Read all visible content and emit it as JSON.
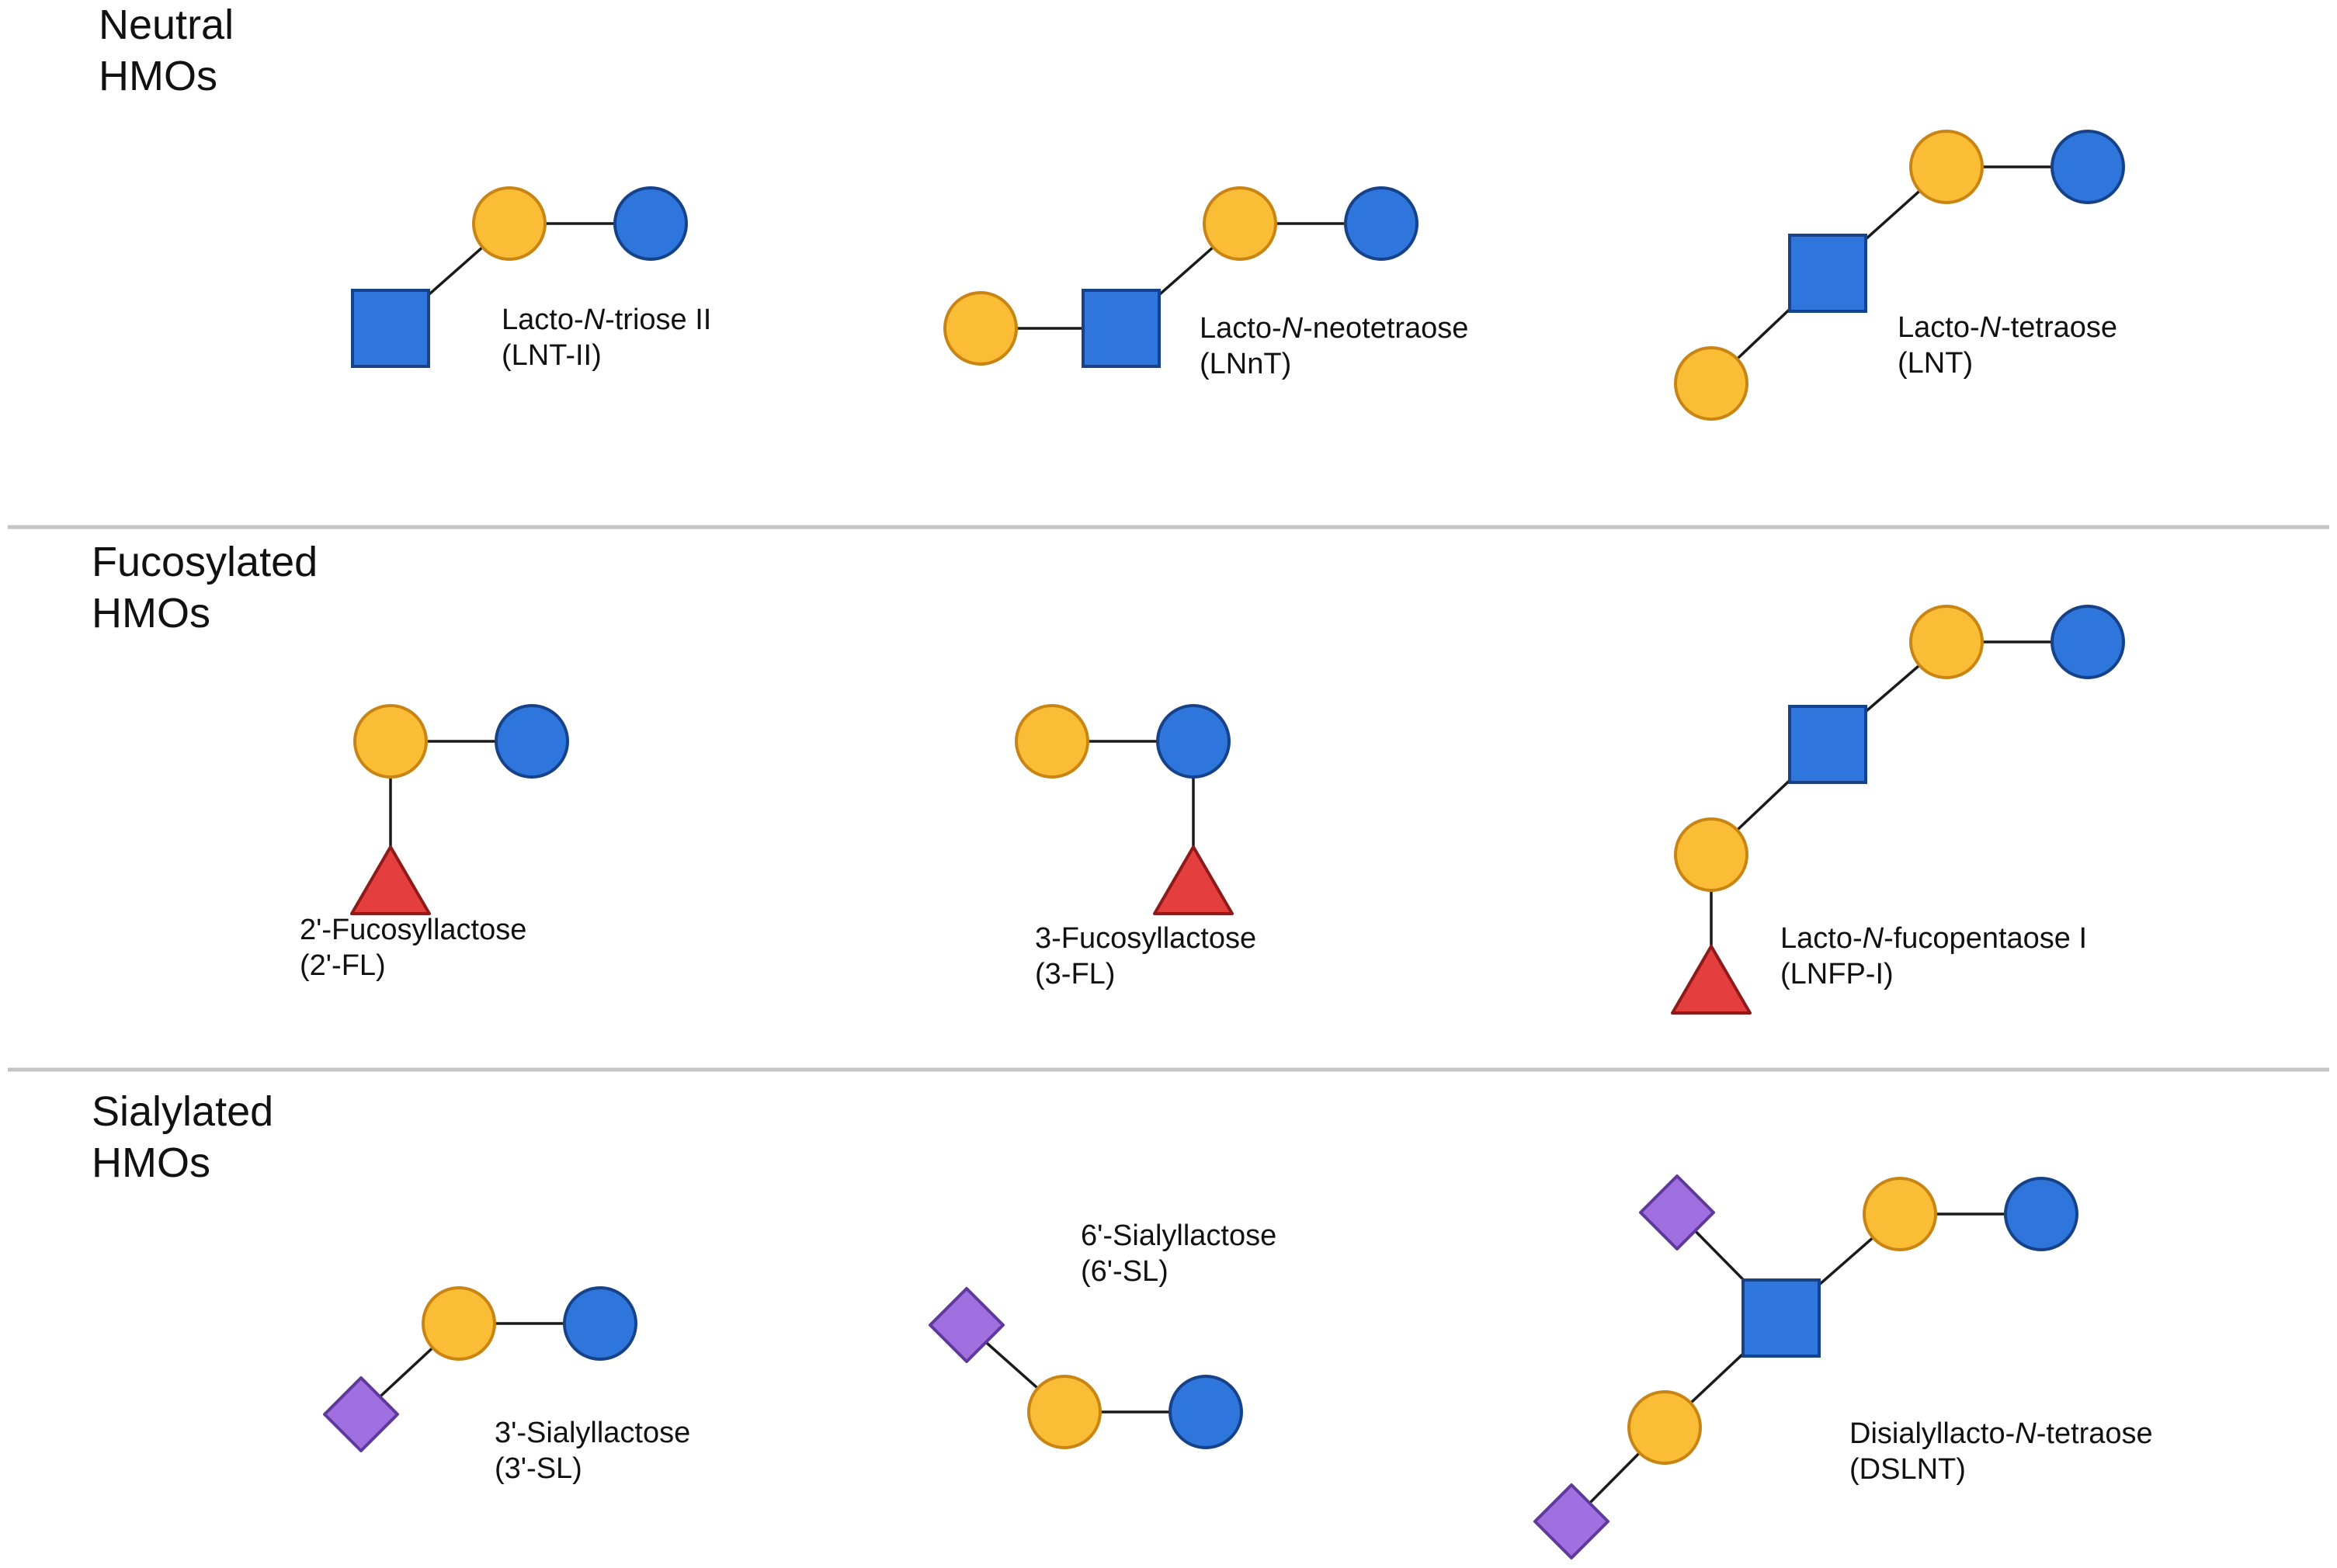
{
  "colors": {
    "galactose_fill": "#fbbd36",
    "galactose_stroke": "#c98513",
    "glucose_fill": "#2e76dc",
    "glucose_stroke": "#16428a",
    "glcnac_fill": "#2e76dc",
    "glcnac_stroke": "#16428a",
    "fucose_fill": "#e53e3e",
    "fucose_stroke": "#8e1a1a",
    "sialic_fill": "#a070e0",
    "sialic_stroke": "#5f3a9a",
    "bond": "#1a1a1a",
    "divider": "#c4c4c4"
  },
  "sections": [
    {
      "title_lines": [
        "Neutral",
        "HMOs"
      ],
      "molecules": [
        {
          "name_parts": [
            [
              "Lacto-",
              false
            ],
            [
              "N",
              true
            ],
            [
              "-triose II",
              false
            ]
          ],
          "abbr": "(LNT-II)"
        },
        {
          "name_parts": [
            [
              "Lacto-",
              false
            ],
            [
              "N",
              true
            ],
            [
              "-neotetraose",
              false
            ]
          ],
          "abbr": "(LNnT)"
        },
        {
          "name_parts": [
            [
              "Lacto-",
              false
            ],
            [
              "N",
              true
            ],
            [
              "-tetraose",
              false
            ]
          ],
          "abbr": "(LNT)"
        }
      ]
    },
    {
      "title_lines": [
        "Fucosylated",
        "HMOs"
      ],
      "molecules": [
        {
          "name_parts": [
            [
              "2'-Fucosyllactose",
              false
            ]
          ],
          "abbr": "(2'-FL)"
        },
        {
          "name_parts": [
            [
              "3-Fucosyllactose",
              false
            ]
          ],
          "abbr": "(3-FL)"
        },
        {
          "name_parts": [
            [
              "Lacto-",
              false
            ],
            [
              "N",
              true
            ],
            [
              "-fucopentaose I",
              false
            ]
          ],
          "abbr": "(LNFP-I)"
        }
      ]
    },
    {
      "title_lines": [
        "Sialylated",
        "HMOs"
      ],
      "molecules": [
        {
          "name_parts": [
            [
              "3'-Sialyllactose",
              false
            ]
          ],
          "abbr": "(3'-SL)"
        },
        {
          "name_parts": [
            [
              "6'-Sialyllactose",
              false
            ]
          ],
          "abbr": "(6'-SL)"
        },
        {
          "name_parts": [
            [
              "Disialyllacto-",
              false
            ],
            [
              "N",
              true
            ],
            [
              "-tetraose",
              false
            ]
          ],
          "abbr": "(DSLNT)"
        }
      ]
    }
  ]
}
